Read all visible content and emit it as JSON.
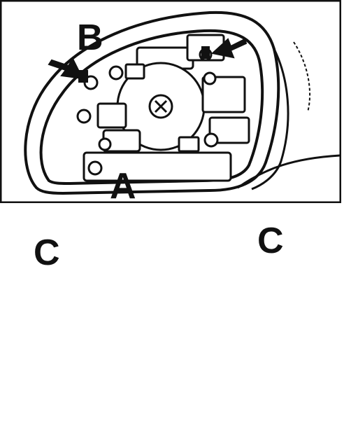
{
  "figure": {
    "labels": {
      "b": "B",
      "a": "A",
      "c_left": "C",
      "c_right": "C"
    },
    "colors": {
      "ink": "#111111",
      "paper": "#ffffff",
      "dither": "#9a9a9a"
    }
  }
}
